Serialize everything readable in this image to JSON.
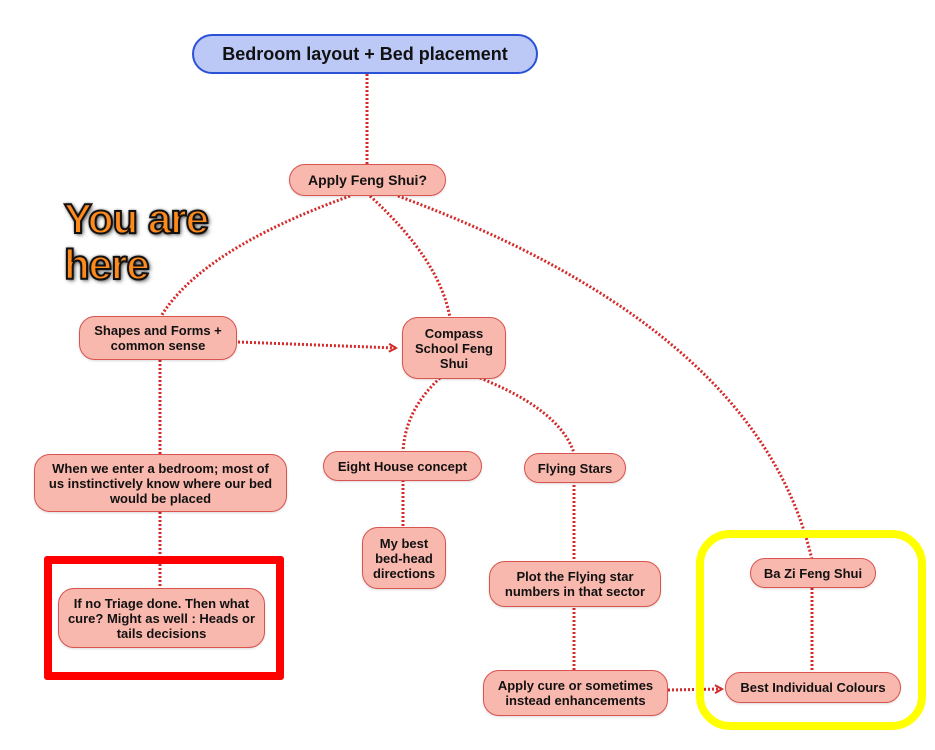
{
  "root": {
    "label": "Bedroom layout + Bed placement"
  },
  "nodes": {
    "apply_feng_shui": "Apply Feng Shui?",
    "shapes_forms": "Shapes and Forms + common sense",
    "compass_school": "Compass School Feng Shui",
    "enter_bedroom": "When we enter a bedroom; most of us instinctively know where our bed would be placed",
    "no_triage": "If no Triage done. Then what cure? Might as well : Heads or tails decisions",
    "eight_house": "Eight House concept",
    "flying_stars": "Flying Stars",
    "best_bed_head": "My best bed-head directions",
    "plot_flying_star": "Plot the Flying star numbers in that sector",
    "apply_cure": "Apply cure or sometimes instead enhancements",
    "ba_zi": "Ba Zi Feng Shui",
    "best_colours": "Best Individual Colours"
  },
  "annotation": {
    "you_are_here": "You are here"
  },
  "colors": {
    "root_fill": "#bcc8f5",
    "root_border": "#2a52d6",
    "node_fill": "#f9b8ae",
    "node_border": "#d9534f",
    "connector": "#d42a2a",
    "highlight_red": "#ff0000",
    "highlight_yellow": "#ffff00",
    "annotation_text": "#ff8a1c"
  }
}
